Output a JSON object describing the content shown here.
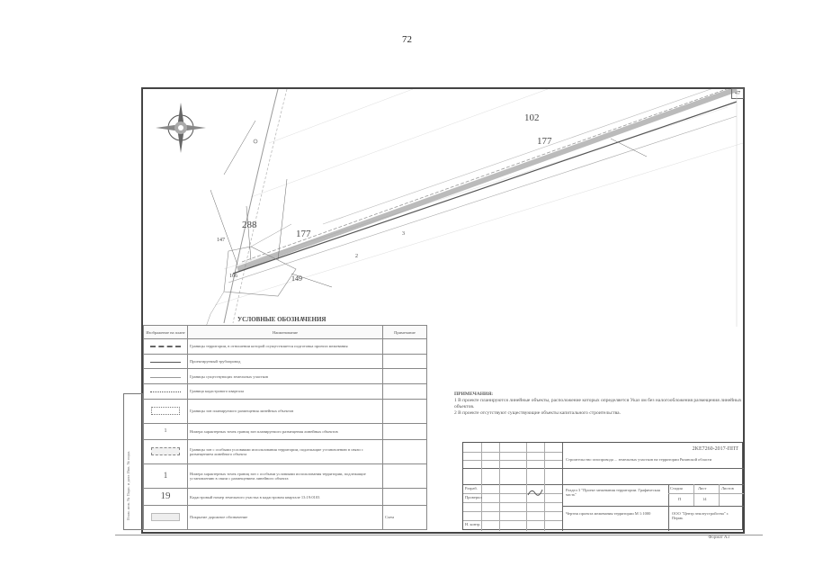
{
  "page": {
    "number": "72"
  },
  "sheet": {
    "sheet_no": "47",
    "map": {
      "parcel_102": "102",
      "parcel_177_top": "177",
      "parcel_288": "288",
      "parcel_177_mid": "177",
      "parcel_149": "149",
      "parcel_166": "166",
      "parcel_147": "147",
      "parcel_2": "2",
      "parcel_3": "3"
    },
    "legend": {
      "title": "УСЛОВНЫЕ ОБОЗНАЧЕНИЯ",
      "headers": [
        "Изображение на плане",
        "Наименование",
        "Примечание"
      ],
      "rows": [
        {
          "sym": "",
          "name": "Границы территории, в отношении которой осуществляется подготовка проекта межевания",
          "note": ""
        },
        {
          "sym": "",
          "name": "Проектируемый трубопровод",
          "note": ""
        },
        {
          "sym": "",
          "name": "Границы существующих земельных участков",
          "note": ""
        },
        {
          "sym": "",
          "name": "Граница кадастрового квартала",
          "note": ""
        },
        {
          "sym": "",
          "name": "Границы зон планируемого размещения линейных объектов",
          "note": ""
        },
        {
          "sym": "1",
          "name": "Номера характерных точек границ зон планируемого размещения линейных объектов",
          "note": ""
        },
        {
          "sym": "",
          "name": "Границы зон с особыми условиями использования территории, подлежащие установлению в связи с размещением линейного объекта",
          "note": ""
        },
        {
          "sym": "1",
          "name": "Номера характерных точек границ зон с особыми условиями использования территории, подлежащие установлению в связи с размещением линейного объекта",
          "note": ""
        },
        {
          "sym": "19",
          "name": "Кадастровый номер земельного участка в кадастровом квартале 13:19:0103",
          "note": ""
        },
        {
          "sym": "",
          "name": "Покрытие дорожное обозначение",
          "note": "Схем"
        }
      ]
    },
    "notes": {
      "title": "ПРИМЕЧАНИЯ:",
      "items": [
        "1   В проекте планируются линейные объекты, расположение которых определяется Указ ом без налогообложения размещения линейных объектов.",
        "2   В проекте отсутствуют существующие объекты капитального строительства."
      ]
    },
    "stamp": {
      "code": "2KЕ7260-2017-ППТ",
      "project": "Строительство газопровода ... земельных участков на территории Рязанской области",
      "section": "Раздел 3 \"Проект межевания территории. Графическая часть\"",
      "stage_hdr": "Стадия",
      "sheet_hdr": "Лист",
      "sheets_hdr": "Листов",
      "stage": "П",
      "sheet": "14",
      "drawing": "Чертеж проекта межевания территории М 1:1000",
      "company": "ООО \"Центр землеустройства\" г. Пермь",
      "roles": [
        "Разраб.",
        "Проверил",
        "Н. контр."
      ],
      "format": "Формат А3"
    },
    "side": {
      "text": "Взам. инв. №   Подп. и дата   Инв. № подл."
    }
  }
}
